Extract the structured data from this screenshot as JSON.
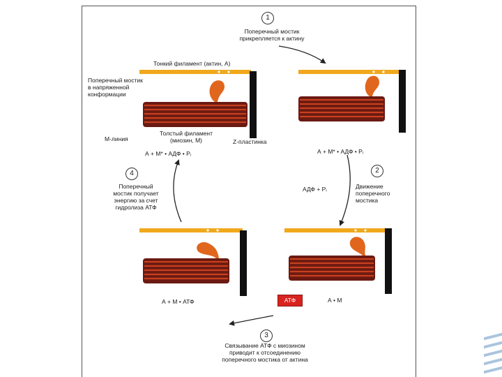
{
  "colors": {
    "actin": "#f0a81c",
    "myosin_dark": "#6a1a12",
    "myosin_red": "#c8401e",
    "head": "#e0661e",
    "atp_box": "#d9231f",
    "z_disc": "#111111"
  },
  "steps": [
    {
      "number": "1",
      "text": "Поперечный мостик\nприкрепляется к актину"
    },
    {
      "number": "2",
      "text": "Движение\nпоперечного\nмостика"
    },
    {
      "number": "3",
      "text": "Связывание АТФ с миозином\nприводит к отсоединению\nпоперечного мостика от актина"
    },
    {
      "number": "4",
      "text": "Поперечный\nмостик получает\nэнергию за счет\nгидролиза АТФ"
    }
  ],
  "labels": {
    "thin_filament": "Тонкий филамент (актин, А)",
    "cross_bridge_tense": "Поперечный мостик\nв напряженной\nконформации",
    "thick_filament": "Толстый филамент\n(миозин, М)",
    "m_line": "М-линия",
    "z_disc": "Z-пластинка"
  },
  "states": {
    "top_left": "А + М* • АДФ • Pᵢ",
    "top_right": "А + М* • АДФ • Pᵢ",
    "release": "АДФ + Pᵢ",
    "bottom_left": "А + М • АТФ",
    "bottom_right": "А • М",
    "atp": "АТФ"
  }
}
